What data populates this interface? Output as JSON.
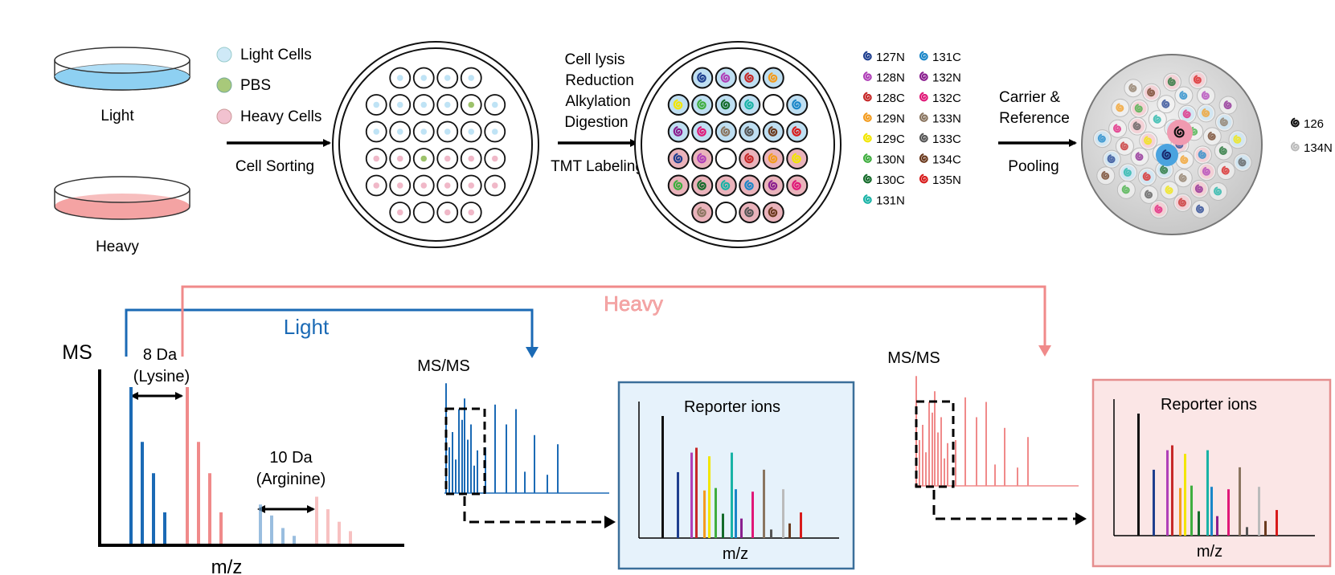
{
  "dishes": {
    "light_label": "Light",
    "heavy_label": "Heavy"
  },
  "cell_legend": [
    {
      "label": "Light Cells",
      "color": "#bfe3f5"
    },
    {
      "label": "PBS",
      "color": "#9cc26a"
    },
    {
      "label": "Heavy Cells",
      "color": "#f0b8c8"
    }
  ],
  "steps": {
    "sorting": "Cell Sorting",
    "prep_lines": [
      "Cell lysis",
      "Reduction",
      "Alkylation",
      "Digestion"
    ],
    "labeling": "TMT Labeling",
    "carrier_lines": [
      "Carrier &",
      "Reference"
    ],
    "pooling": "Pooling"
  },
  "tmt_channels": [
    {
      "label": "127N",
      "color": "#1f3f8f"
    },
    {
      "label": "128N",
      "color": "#b040b8"
    },
    {
      "label": "128C",
      "color": "#c62828"
    },
    {
      "label": "129N",
      "color": "#f39c1f"
    },
    {
      "label": "129C",
      "color": "#f2e600"
    },
    {
      "label": "130N",
      "color": "#3fae3f"
    },
    {
      "label": "130C",
      "color": "#146b2a"
    },
    {
      "label": "131N",
      "color": "#19b3a6"
    },
    {
      "label": "131C",
      "color": "#1a86c8"
    },
    {
      "label": "132N",
      "color": "#8a1f8f"
    },
    {
      "label": "132C",
      "color": "#e01878"
    },
    {
      "label": "133N",
      "color": "#8a7560"
    },
    {
      "label": "133C",
      "color": "#555555"
    },
    {
      "label": "134C",
      "color": "#6b3a1e"
    },
    {
      "label": "135N",
      "color": "#d81b1b"
    }
  ],
  "pool_channels": [
    {
      "label": "126",
      "color": "#111111"
    },
    {
      "label": "134N",
      "color": "#bbbbbb"
    }
  ],
  "flow": {
    "light_label": "Light",
    "heavy_label": "Heavy",
    "light_color": "#1b6ab5",
    "heavy_color": "#f08a8a"
  },
  "ms": {
    "title": "MS",
    "xlabel": "m/z",
    "lysine_shift": [
      "8 Da",
      "(Lysine)"
    ],
    "arginine_shift": [
      "10 Da",
      "(Arginine)"
    ]
  },
  "msms": {
    "light_title": "MS/MS",
    "heavy_title": "MS/MS",
    "panel_title": "Reporter  ions",
    "panel_xlabel": "m/z"
  },
  "chart_data": [
    {
      "type": "bar",
      "title": "MS",
      "xlabel": "m/z",
      "series": [
        {
          "name": "Light",
          "values": [
            1.0,
            0.65,
            0.45,
            0.2
          ]
        },
        {
          "name": "Heavy",
          "values": [
            1.0,
            0.65,
            0.45,
            0.2
          ]
        },
        {
          "name": "Light",
          "values": [
            0.25,
            0.18,
            0.1,
            0.05
          ]
        },
        {
          "name": "Heavy",
          "values": [
            0.3,
            0.22,
            0.14,
            0.08
          ]
        }
      ]
    },
    {
      "type": "bar",
      "title": "Reporter  ions",
      "xlabel": "m/z",
      "categories": [
        "126",
        "127N",
        "128N",
        "128C",
        "129N",
        "129C",
        "130N",
        "130C",
        "131N",
        "131C",
        "132N",
        "132C",
        "133N",
        "133C",
        "134N",
        "134C",
        "135N"
      ],
      "values": [
        1.0,
        0.54,
        0.7,
        0.74,
        0.39,
        0.67,
        0.41,
        0.2,
        0.7,
        0.4,
        0.16,
        0.38,
        0.56,
        0.07,
        0.4,
        0.12,
        0.21
      ]
    }
  ]
}
